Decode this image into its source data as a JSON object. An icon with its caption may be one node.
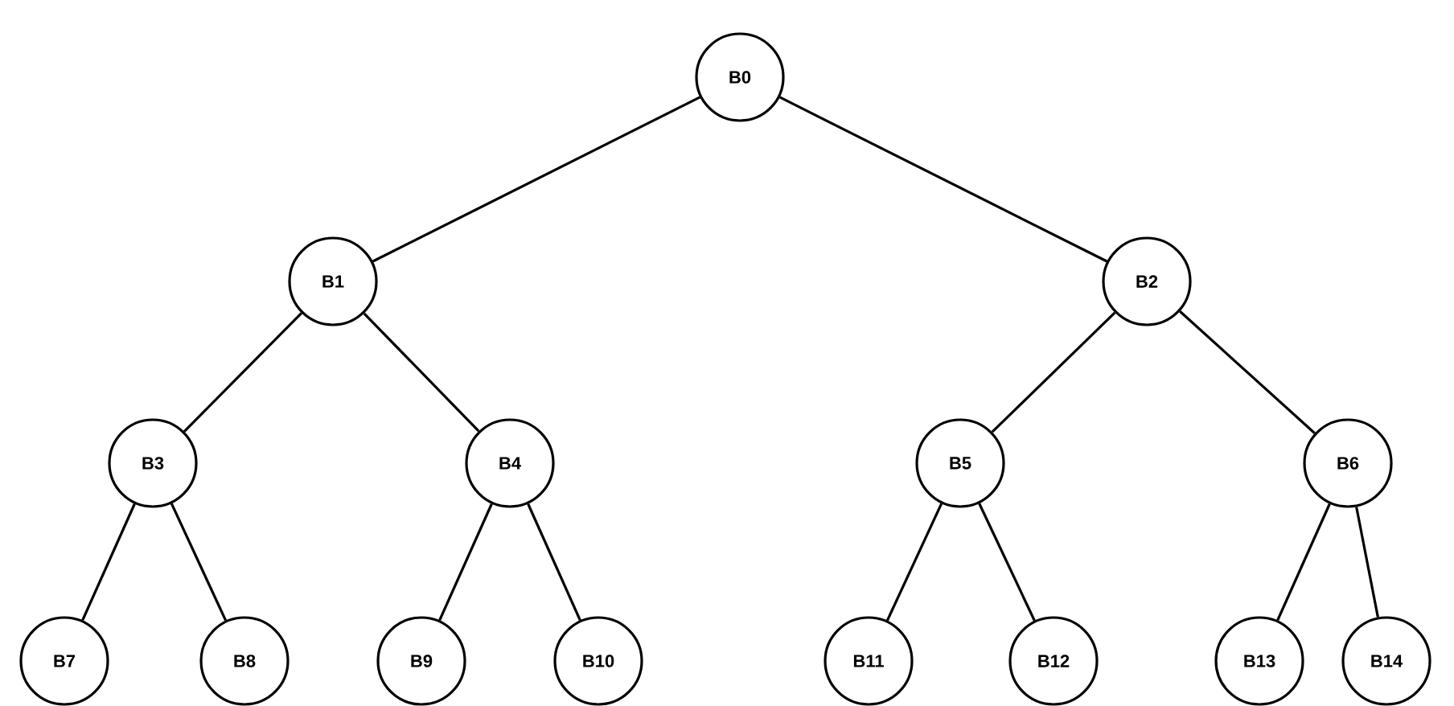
{
  "diagram": {
    "nodes": [
      {
        "text": [
          "B0"
        ]
      },
      {
        "text": [
          "B1"
        ]
      },
      {
        "text": [
          "B2"
        ]
      },
      {
        "text": [
          "B3"
        ]
      },
      {
        "text": [
          "B4"
        ]
      },
      {
        "text": [
          "B5"
        ]
      },
      {
        "text": [
          "B6"
        ]
      },
      {
        "text": [
          "B7"
        ]
      },
      {
        "text": [
          "B8"
        ]
      },
      {
        "text": [
          "B9"
        ]
      },
      {
        "text": [
          "B10"
        ]
      },
      {
        "text": [
          "B11"
        ]
      },
      {
        "text": [
          "B12"
        ]
      },
      {
        "text": [
          "B13"
        ]
      },
      {
        "text": [
          "B14"
        ]
      }
    ],
    "edges": [
      {
        "from": 0,
        "to": 1,
        "arrow": "none"
      },
      {
        "from": 0,
        "to": 2,
        "arrow": "none"
      },
      {
        "from": 1,
        "to": 3,
        "arrow": "none"
      },
      {
        "from": 1,
        "to": 4,
        "arrow": "none"
      },
      {
        "from": 2,
        "to": 5,
        "arrow": "none"
      },
      {
        "from": 2,
        "to": 6,
        "arrow": "none"
      },
      {
        "from": 3,
        "to": 7,
        "arrow": "none"
      },
      {
        "from": 3,
        "to": 8,
        "arrow": "none"
      },
      {
        "from": 4,
        "to": 9,
        "arrow": "none"
      },
      {
        "from": 4,
        "to": 10,
        "arrow": "none"
      },
      {
        "from": 5,
        "to": 11,
        "arrow": "none"
      },
      {
        "from": 5,
        "to": 12,
        "arrow": "none"
      },
      {
        "from": 6,
        "to": 13,
        "arrow": "none"
      },
      {
        "from": 6,
        "to": 14,
        "arrow": "none"
      }
    ]
  }
}
